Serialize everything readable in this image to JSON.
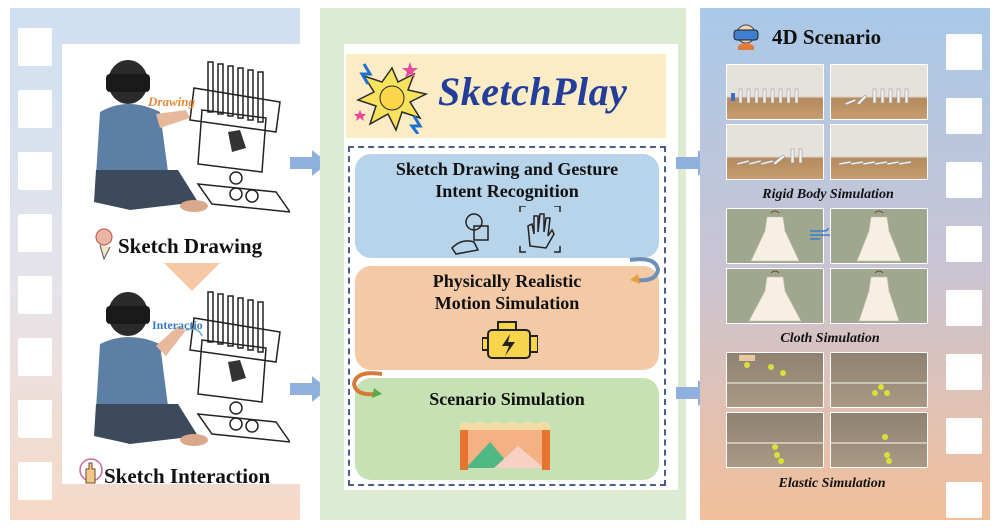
{
  "left": {
    "drawing_tag": "Drawing",
    "drawing_label": "Sketch Drawing",
    "interaction_tag": "Interactio",
    "interaction_label": "Sketch Interaction"
  },
  "middle": {
    "title": "SketchPlay",
    "stage1_line1": "Sketch Drawing and Gesture",
    "stage1_line2": "Intent Recognition",
    "stage2_line1": "Physically Realistic",
    "stage2_line2": "Motion Simulation",
    "stage3": "Scenario Simulation"
  },
  "right": {
    "title": "4D Scenario",
    "rigid": "Rigid Body Simulation",
    "cloth": "Cloth Simulation",
    "elastic": "Elastic Simulation"
  },
  "colors": {
    "title_blue": "#233e9a",
    "stage1": "#b8d4ea",
    "stage2": "#f3c9a6",
    "stage3": "#c6e2b4",
    "arrow": "#8fb0de"
  }
}
